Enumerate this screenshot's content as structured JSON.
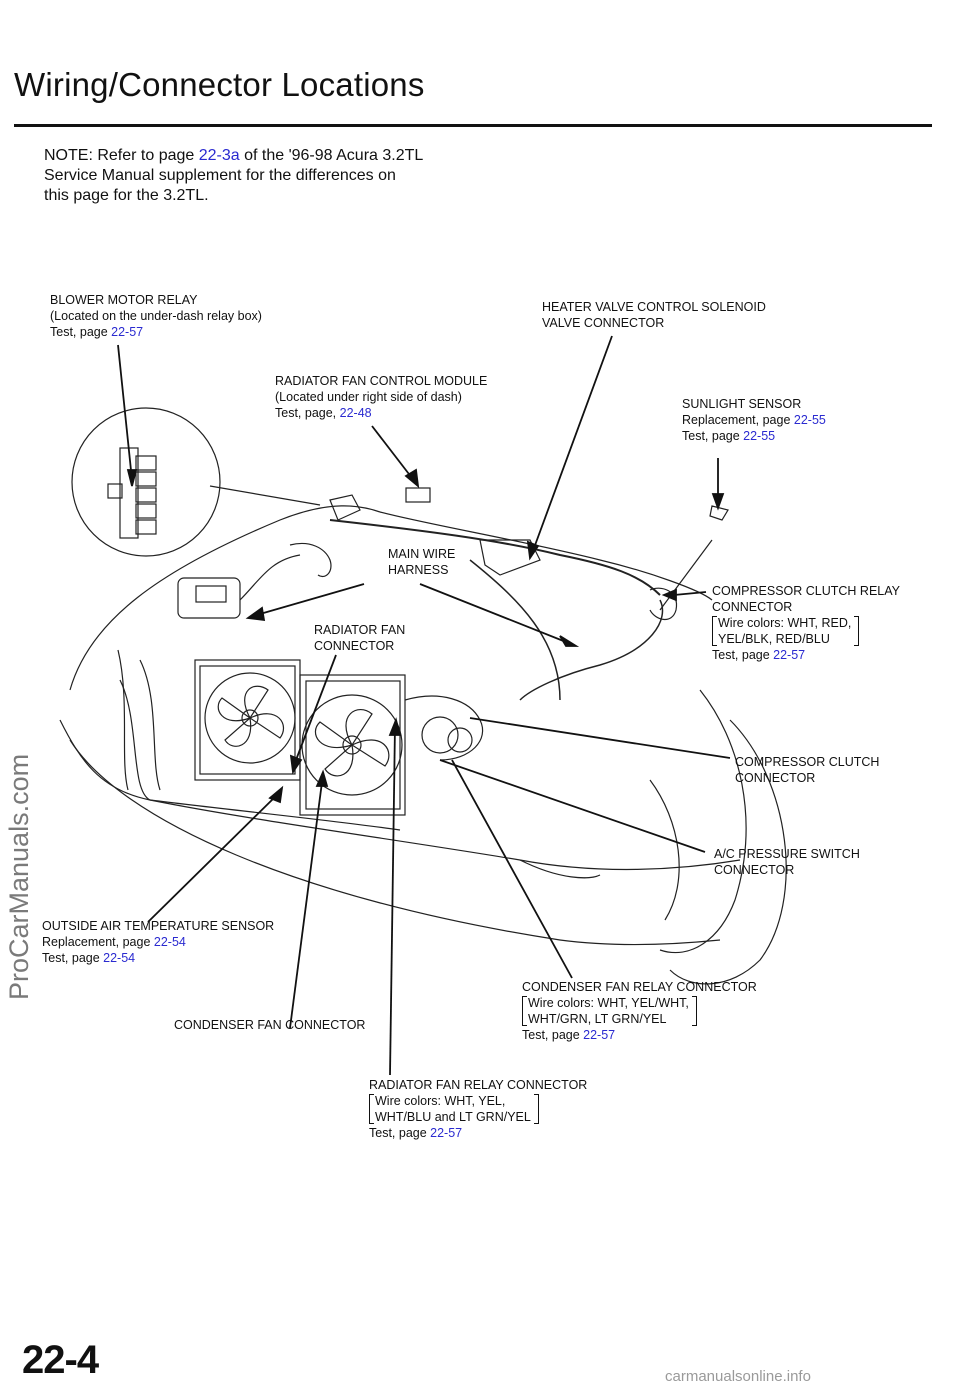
{
  "page_title": "Wiring/Connector Locations",
  "note": {
    "prefix": "NOTE:   Refer to page ",
    "link": "22-3a",
    "suffix": " of the '96-98 Acura 3.2TL Service Manual supplement for the differences on this page for the 3.2TL."
  },
  "labels": {
    "blower": {
      "line1": "BLOWER MOTOR RELAY",
      "line2": "(Located on the under-dash relay box)",
      "test_prefix": "Test, page ",
      "test_link": "22-57"
    },
    "heater": {
      "line1": "HEATER VALVE CONTROL SOLENOID",
      "line2": "VALVE CONNECTOR"
    },
    "radiator_module": {
      "line1": "RADIATOR FAN CONTROL MODULE",
      "line2": "(Located under right side of dash)",
      "test_prefix": "Test, page, ",
      "test_link": "22-48"
    },
    "sunlight": {
      "line1": "SUNLIGHT  SENSOR",
      "repl_prefix": "Replacement, page ",
      "repl_link": "22-55",
      "test_prefix": "Test, page ",
      "test_link": "22-55"
    },
    "main_wire": {
      "line1": "MAIN  WIRE",
      "line2": "HARNESS"
    },
    "compressor_relay": {
      "line1": "COMPRESSOR CLUTCH RELAY",
      "line2": "CONNECTOR",
      "wire1": "Wire colors: WHT, RED,",
      "wire2": "YEL/BLK, RED/BLU",
      "test_prefix": "Test, page ",
      "test_link": "22-57"
    },
    "radiator_fan": {
      "line1": "RADIATOR FAN",
      "line2": "CONNECTOR"
    },
    "compressor_clutch": {
      "line1": "COMPRESSOR  CLUTCH",
      "line2": "CONNECTOR"
    },
    "ac_pressure": {
      "line1": "A/C  PRESSURE  SWITCH",
      "line2": "CONNECTOR"
    },
    "outside_air": {
      "line1": "OUTSIDE  AIR  TEMPERATURE  SENSOR",
      "repl_prefix": "Replacement, page ",
      "repl_link": "22-54",
      "test_prefix": "Test, page ",
      "test_link": "22-54"
    },
    "condenser_relay": {
      "line1": "CONDENSER  FAN  RELAY  CONNECTOR",
      "wire1": "Wire colors: WHT, YEL/WHT,",
      "wire2": "WHT/GRN,  LT  GRN/YEL",
      "test_prefix": "Test, page ",
      "test_link": "22-57"
    },
    "condenser_fan": {
      "line1": "CONDENSER  FAN  CONNECTOR"
    },
    "radiator_relay": {
      "line1": "RADIATOR FAN RELAY CONNECTOR",
      "wire1": "Wire colors: WHT, YEL,",
      "wire2": "WHT/BLU and LT GRN/YEL",
      "test_prefix": "Test, page ",
      "test_link": "22-57"
    }
  },
  "page_number": "22-4",
  "watermark": "ProCarManuals.com",
  "footer": "carmanualsonline.info",
  "colors": {
    "link": "#2a2ad0",
    "ink": "#111111"
  }
}
